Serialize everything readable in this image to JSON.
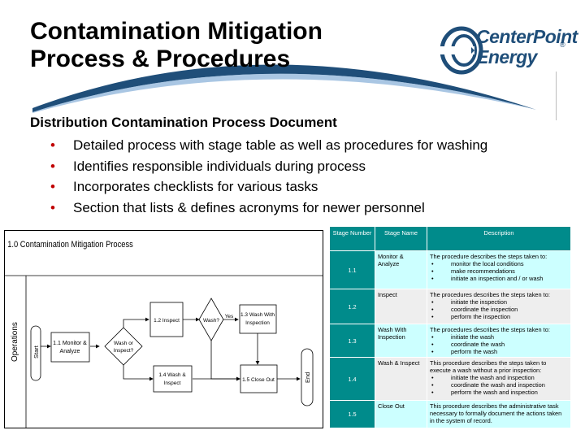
{
  "title": {
    "line1": "Contamination Mitigation",
    "line2": "Process & Procedures"
  },
  "logo": {
    "line1": "CenterPoint",
    "line2": "Energy",
    "reg": "®"
  },
  "subheading": "Distribution Contamination Process Document",
  "bullets": [
    "Detailed process with stage table as well as procedures for washing",
    "Identifies responsible individuals during process",
    "Incorporates checklists for various tasks",
    "Section that lists & defines acronyms for newer personnel"
  ],
  "colors": {
    "accent_blue": "#1f4e79",
    "table_header": "#008b8b",
    "row_light": "#ccffff",
    "row_gray": "#eeeeee",
    "bullet": "#c00000"
  },
  "flowchart": {
    "title": "1.0 Contamination Mitigation Process",
    "lane": "Operations",
    "start": "Start",
    "end": "End",
    "monitor": [
      "1.1 Monitor &",
      "Analyze"
    ],
    "decision_wash": [
      "Wash or",
      "Inspect?"
    ],
    "inspect": "1.2 Inspect",
    "decision_wash2": "Wash?",
    "yes": "Yes",
    "wash_inspection": [
      "1.3 Wash With",
      "Inspection"
    ],
    "wash_inspect": [
      "1.4 Wash &",
      "Inspect"
    ],
    "close_out": "1.5 Close Out"
  },
  "stage_table": {
    "headers": [
      "Stage Number",
      "Stage Name",
      "Description"
    ],
    "rows": [
      {
        "num": "1.1",
        "name": "Monitor & Analyze",
        "desc": "The procedure describes the steps taken to:",
        "items": [
          "monitor the local conditions",
          "make recommendations",
          "initiate an inspection and / or wash"
        ]
      },
      {
        "num": "1.2",
        "name": "Inspect",
        "desc": "The procedures describes the steps taken to:",
        "items": [
          "initiate the inspection",
          "coordinate the inspection",
          "perform the inspection"
        ]
      },
      {
        "num": "1.3",
        "name": "Wash With Inspection",
        "desc": "The procedures describes the steps taken to:",
        "items": [
          "initiate the wash",
          "coordinate the wash",
          "perform the wash"
        ]
      },
      {
        "num": "1.4",
        "name": "Wash & Inspect",
        "desc": "This procedure describes the steps taken to execute a wash without a prior inspection:",
        "items": [
          "initiate the wash and inspection",
          "coordinate the wash and inspection",
          "perform the wash and inspection"
        ]
      },
      {
        "num": "1.5",
        "name": "Close Out",
        "desc": "This procedure describes the administrative task necessary to formally document the actions taken in the system of record.",
        "items": []
      }
    ]
  }
}
